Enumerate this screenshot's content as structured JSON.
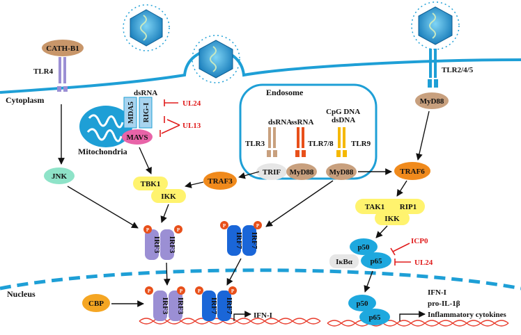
{
  "labels": {
    "cath_b1": "CATH-B1",
    "tlr4": "TLR4",
    "cytoplasm": "Cytoplasm",
    "dsrna_top": "dsRNA",
    "mda5": "MDA5",
    "rig1": "RIG-I",
    "mavs": "MAVS",
    "mitochondria": "Mitochondria",
    "endosome": "Endosome",
    "tlr3": "TLR3",
    "tlr78": "TLR7/8",
    "tlr9": "TLR9",
    "dsrna_endo": "dsRNA",
    "ssrna": "ssRNA",
    "cpg_dna": "CpG DNA",
    "dsdna": "dsDNA",
    "trif": "TRIF",
    "myd88_a": "MyD88",
    "myd88_b": "MyD88",
    "myd88_c": "MyD88",
    "tlr245": "TLR2/4/5",
    "jnk": "JNK",
    "tbk1": "TBK1",
    "ikk_a": "IKK",
    "traf3": "TRAF3",
    "traf6": "TRAF6",
    "tak1": "TAK1",
    "rip1": "RIP1",
    "ikk_b": "IKK",
    "irf3": "IRF3",
    "irf7": "IRF7",
    "p": "P",
    "p50": "p50",
    "p65": "p65",
    "ikba": "IκBα",
    "nucleus": "Nucleus",
    "cbp": "CBP",
    "ifn_i": "IFN-I",
    "out_ifn": "IFN-I",
    "out_il1b": "pro-IL-1β",
    "out_cyto": "Inflammatory cytokines"
  },
  "inhibitors": {
    "ul24_top": "UL24",
    "ul13": "UL13",
    "icp0": "ICP0",
    "ul24_bottom": "UL24"
  },
  "colors": {
    "membrane": "#1e9fd6",
    "virus": "#1e9fd6",
    "tlr4": "#9b8fd4",
    "cath": "#c8966a",
    "myd88": "#c8a07e",
    "traf": "#f08a1c",
    "mavs": "#e864a8",
    "mda5": "#a8d4ef",
    "jnk": "#8ee3c8",
    "yellow": "#fff36e",
    "irf3": "#9b8fd4",
    "irf7": "#1a66d8",
    "nfkb": "#1ea8de",
    "cbp": "#f5a623",
    "inhibitor": "#e01b1b",
    "dna": "#e83a2a"
  }
}
